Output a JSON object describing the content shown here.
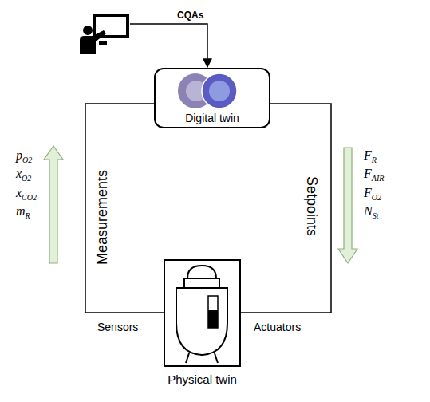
{
  "diagram": {
    "nodes": [
      {
        "text": [
          "Digital twin"
        ]
      },
      {
        "text": [
          "Physical twin"
        ]
      }
    ],
    "edges": [
      {
        "from": 0,
        "to": 1,
        "label": "Setpoints",
        "arrow": "none"
      },
      {
        "from": 1,
        "to": 0,
        "label": "Measurements",
        "arrow": "none"
      }
    ],
    "labels": [
      "CQAs",
      "Sensors",
      "Actuators",
      "pO2",
      "xO2",
      "xCO2",
      "mR",
      "FR",
      "FAIR",
      "FO2",
      "NSt"
    ]
  }
}
